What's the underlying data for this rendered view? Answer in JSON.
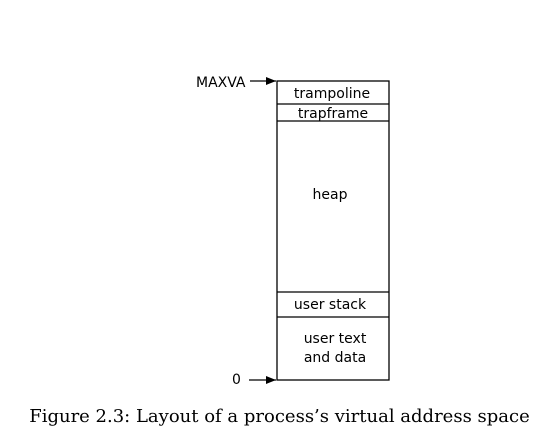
{
  "diagram": {
    "markers": {
      "top": "MAXVA",
      "bottom": "0"
    },
    "regions": {
      "trampoline": "trampoline",
      "trapframe": "trapframe",
      "heap": "heap",
      "user_stack": "user stack",
      "user_text_line1": "user text",
      "user_text_line2": "and data"
    }
  },
  "caption": "Figure 2.3: Layout of a process’s virtual address space"
}
